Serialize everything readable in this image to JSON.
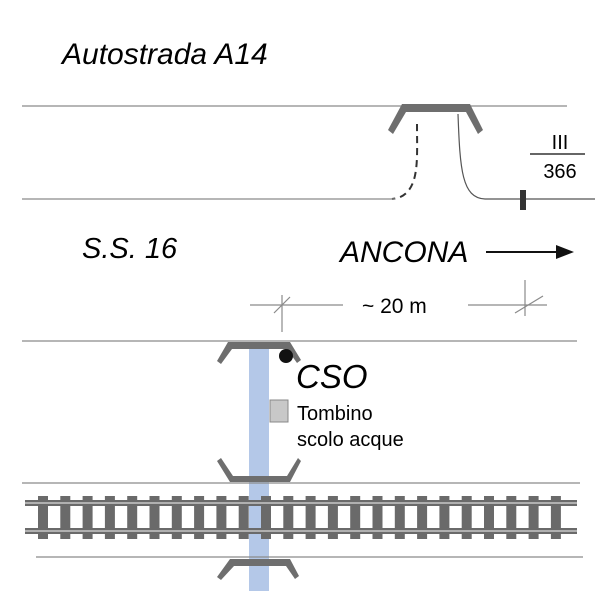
{
  "labels": {
    "motorway": "Autostrada A14",
    "state_road": "S.S. 16",
    "direction": "ANCONA",
    "km_top": "III",
    "km_bottom": "366",
    "distance": "~ 20 m",
    "cso": "CSO",
    "drain_line1": "Tombino",
    "drain_line2": "scolo acque"
  },
  "colors": {
    "stream": "#b4c8e8",
    "structure": "#6e6e6e",
    "road_line": "#8a8a8a",
    "drain": "#c8c8c8"
  }
}
